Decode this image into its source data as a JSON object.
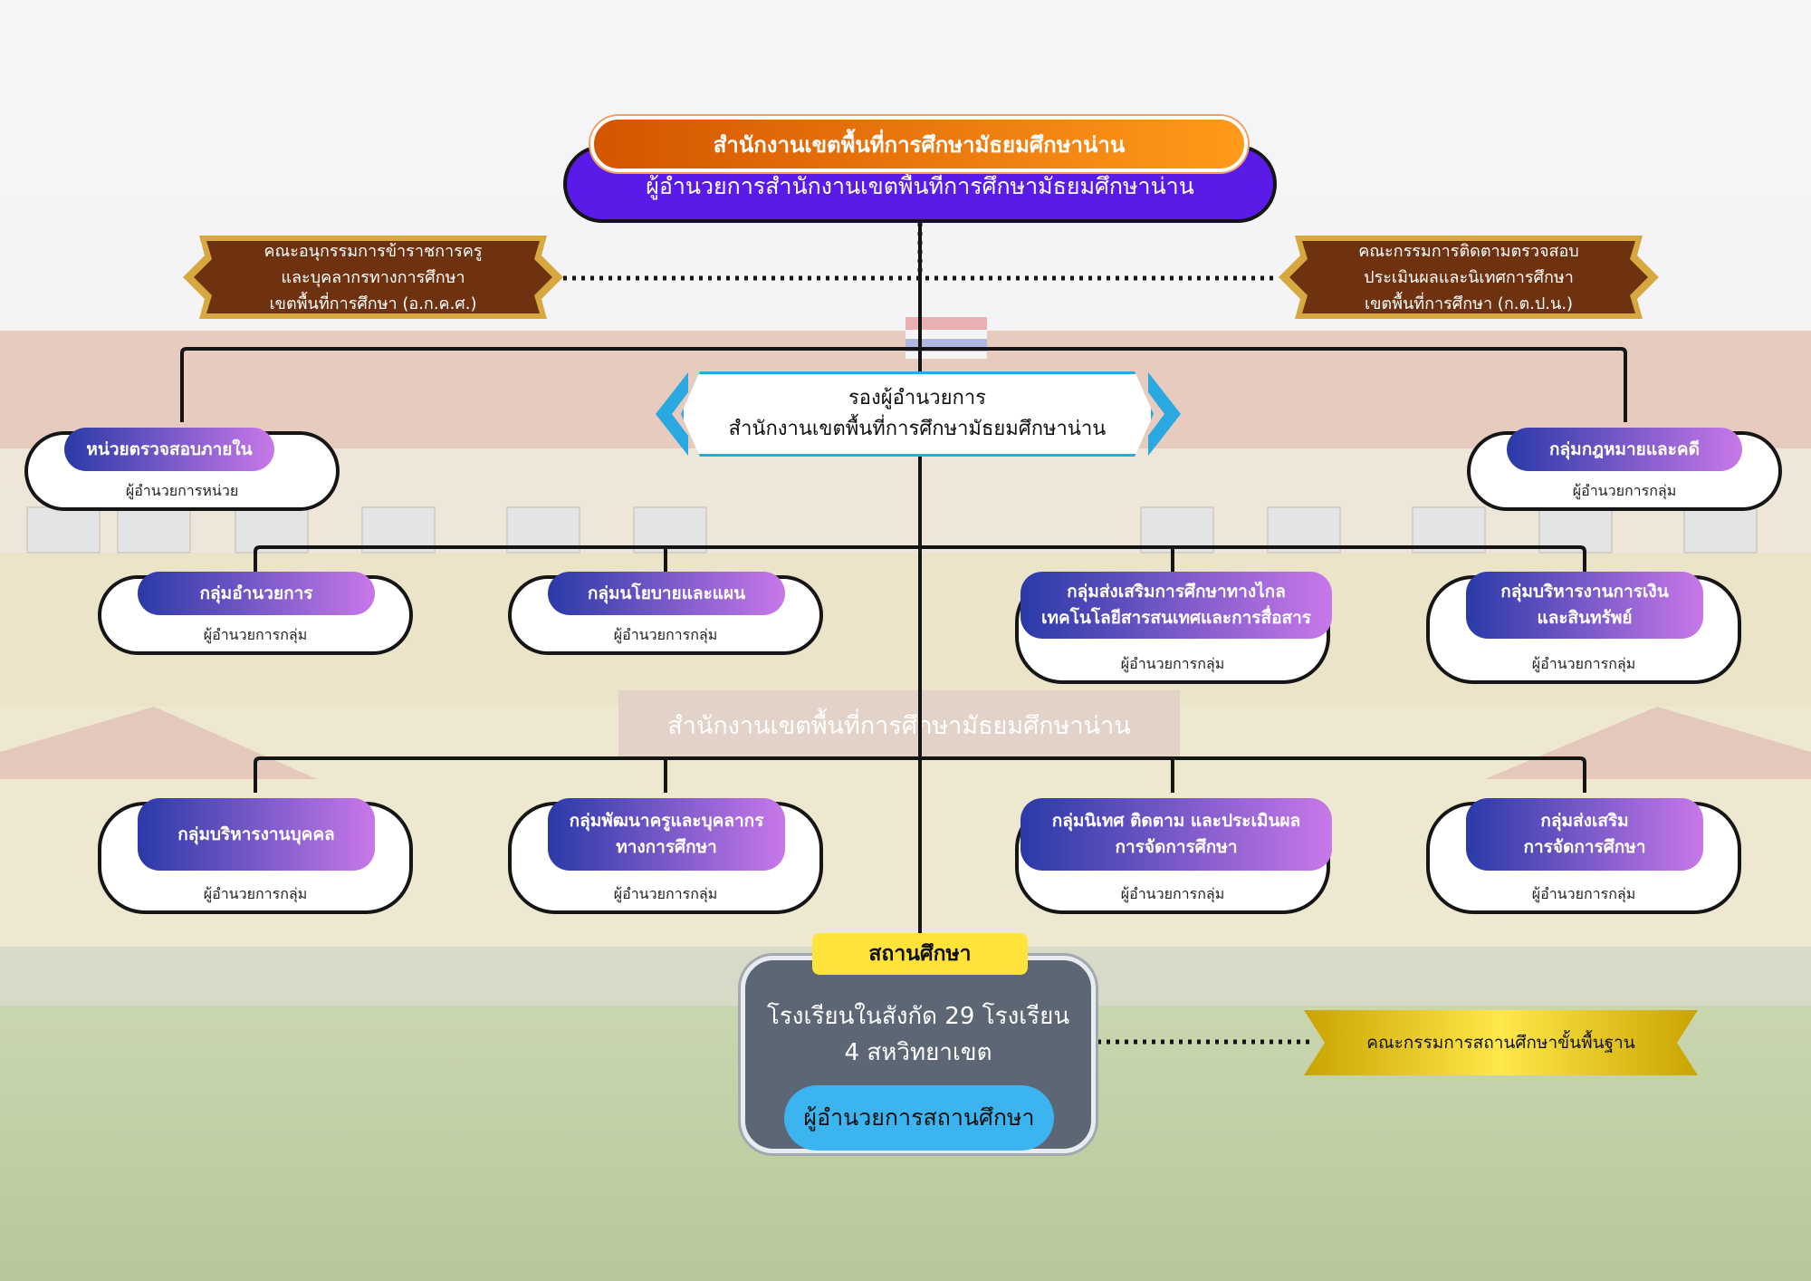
{
  "headquarters": {
    "title": "สำนักงานเขตพื้นที่การศึกษามัธยมศึกษาน่าน",
    "director": "ผู้อำนวยการสำนักงานเขตพื้นที่การศึกษามัธยมศึกษาน่าน"
  },
  "committee_left": {
    "lines": [
      "คณะอนุกรรมการข้าราชการครู",
      "และบุคลากรทางการศึกษา",
      "เขตพื้นที่การศึกษา (อ.ก.ค.ศ.)"
    ]
  },
  "committee_right": {
    "lines": [
      "คณะกรรมการติดตามตรวจสอบ",
      "ประเมินผลและนิเทศการศึกษา",
      "เขตพื้นที่การศึกษา (ก.ต.ป.น.)"
    ]
  },
  "deputy": {
    "line1": "รองผู้อำนวยการ",
    "line2": "สำนักงานเขตพื้นที่การศึกษามัธยมศึกษาน่าน"
  },
  "watermark": "สำนักงานเขตพื้นที่การศึกษามัธยมศึกษาน่าน",
  "units": [
    {
      "name": "หน่วยตรวจสอบภายใน",
      "head": "ผู้อำนวยการหน่วย"
    },
    {
      "name": "กลุ่มกฎหมายและคดี",
      "head": "ผู้อำนวยการกลุ่ม"
    },
    {
      "name": "กลุ่มอำนวยการ",
      "head": "ผู้อำนวยการกลุ่ม"
    },
    {
      "name": "กลุ่มนโยบายและแผน",
      "head": "ผู้อำนวยการกลุ่ม"
    },
    {
      "name": "กลุ่มส่งเสริมการศึกษาทางไกล\nเทคโนโลยีสารสนเทศและการสื่อสาร",
      "head": "ผู้อำนวยการกลุ่ม"
    },
    {
      "name": "กลุ่มบริหารงานการเงิน\nและสินทรัพย์",
      "head": "ผู้อำนวยการกลุ่ม"
    },
    {
      "name": "กลุ่มบริหารงานบุคคล",
      "head": "ผู้อำนวยการกลุ่ม"
    },
    {
      "name": "กลุ่มพัฒนาครูและบุคลากร\nทางการศึกษา",
      "head": "ผู้อำนวยการกลุ่ม"
    },
    {
      "name": "กลุ่มนิเทศ ติดตาม และประเมินผล\nการจัดการศึกษา",
      "head": "ผู้อำนวยการกลุ่ม"
    },
    {
      "name": "กลุ่มส่งเสริม\nการจัดการศึกษา",
      "head": "ผู้อำนวยการกลุ่ม"
    }
  ],
  "school": {
    "title": "สถานศึกษา",
    "line1": "โรงเรียนในสังกัด 29 โรงเรียน",
    "line2": "4 สหวิทยาเขต",
    "director": "ผู้อำนวยการสถานศึกษา"
  },
  "basic_committee": "คณะกรรมการสถานศึกษาขั้นพื้นฐาน",
  "colors": {
    "orange": "#ff8c1a",
    "purple": "#5a1ae8",
    "brown": "#7a3a12",
    "gold": "#d8a840",
    "cyan": "#2aa8e0",
    "yellow": "#ffe23a",
    "sky": "#3cb4f0"
  }
}
